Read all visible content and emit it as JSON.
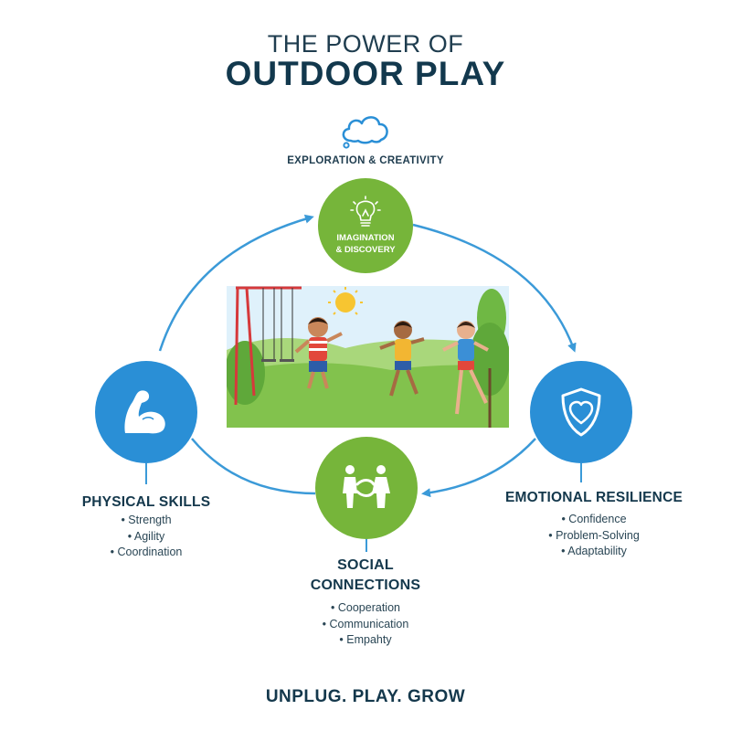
{
  "header": {
    "title_top": "THE POWER OF",
    "title_main": "OUTDOOR PLAY"
  },
  "top_section": {
    "label": "EXPLORATION & CREATIVITY",
    "icon": "thought-cloud-icon"
  },
  "nodes": {
    "imagination": {
      "line1": "IMAGINATION",
      "line2": "& DISCOVERY",
      "icon": "lightbulb-icon",
      "color": "#76b53a"
    },
    "physical": {
      "title": "PHYSICAL SKILLS",
      "bullets": [
        "• Strength",
        "• Agility",
        "• Coordination"
      ],
      "icon": "flexed-arm-icon",
      "color": "#2a8fd6"
    },
    "emotional": {
      "title": "EMOTIONAL RESILIENCE",
      "bullets": [
        "• Confidence",
        "• Problem-Solving",
        "• Adaptability"
      ],
      "icon": "heart-shield-icon",
      "color": "#2a8fd6"
    },
    "social": {
      "title_line1": "SOCIAL",
      "title_line2": "CONNECTIONS",
      "bullets": [
        "• Cooperation",
        "• Communication",
        "• Empahty"
      ],
      "icon": "people-connecting-icon",
      "color": "#76b53a"
    }
  },
  "illustration": {
    "subject": "children-playing-outdoors",
    "sky_color": "#d9effa",
    "grass_color": "#7fc24a"
  },
  "footer": {
    "tagline": "UNPLUG. PLAY. GROW"
  },
  "colors": {
    "arrow": "#3b9ad8",
    "text_dark": "#14384c"
  }
}
